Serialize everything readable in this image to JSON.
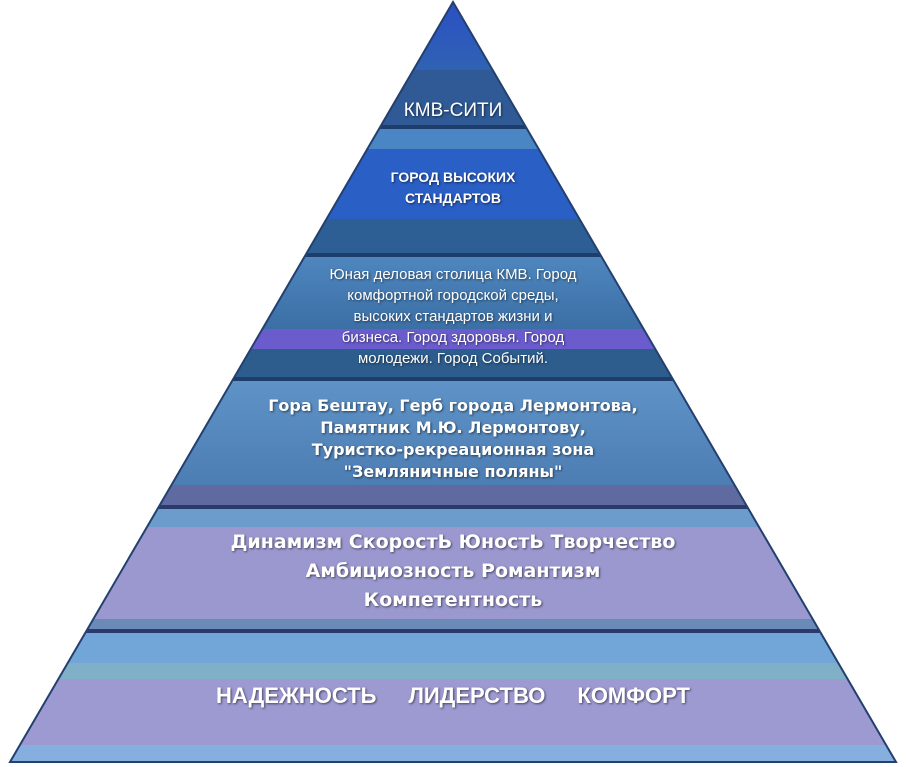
{
  "pyramid": {
    "levels": [
      {
        "lines": [
          "КМВ-СИТИ"
        ]
      },
      {
        "lines": [
          "ГОРОД ВЫСОКИХ",
          "СТАНДАРТОВ"
        ]
      },
      {
        "lines": [
          "Юная деловая столица КМВ. Город",
          "комфортной городской среды,",
          "высоких стандартов жизни и",
          "бизнеса. Город здоровья.  Город",
          "молодежи. Город Событий."
        ]
      },
      {
        "lines": [
          "Гора Бештау, Герб города Лермонтова,",
          "Памятник М.Ю. Лермонтову,",
          "Туристко-рекреационная зона",
          "\"Земляничные поляны\""
        ]
      },
      {
        "lines": [
          "Динамизм  СкоростЬ  ЮностЬ  Творчество",
          "Амбициозность  Романтизм",
          "Компетентность"
        ]
      },
      {
        "items": [
          "НАДЕЖНОСТЬ",
          "ЛИДЕРСТВО",
          "КОМФОРТ"
        ]
      }
    ]
  },
  "colors": {
    "apex": "#2a50c0",
    "tier_dark": "#2c5c8a",
    "tier_mid": "#4a80b8",
    "tier_light": "#6aa0d0",
    "violet": "#6a5ccc",
    "lavender": "#9a9ad0",
    "separator": "#5a6a9a"
  }
}
